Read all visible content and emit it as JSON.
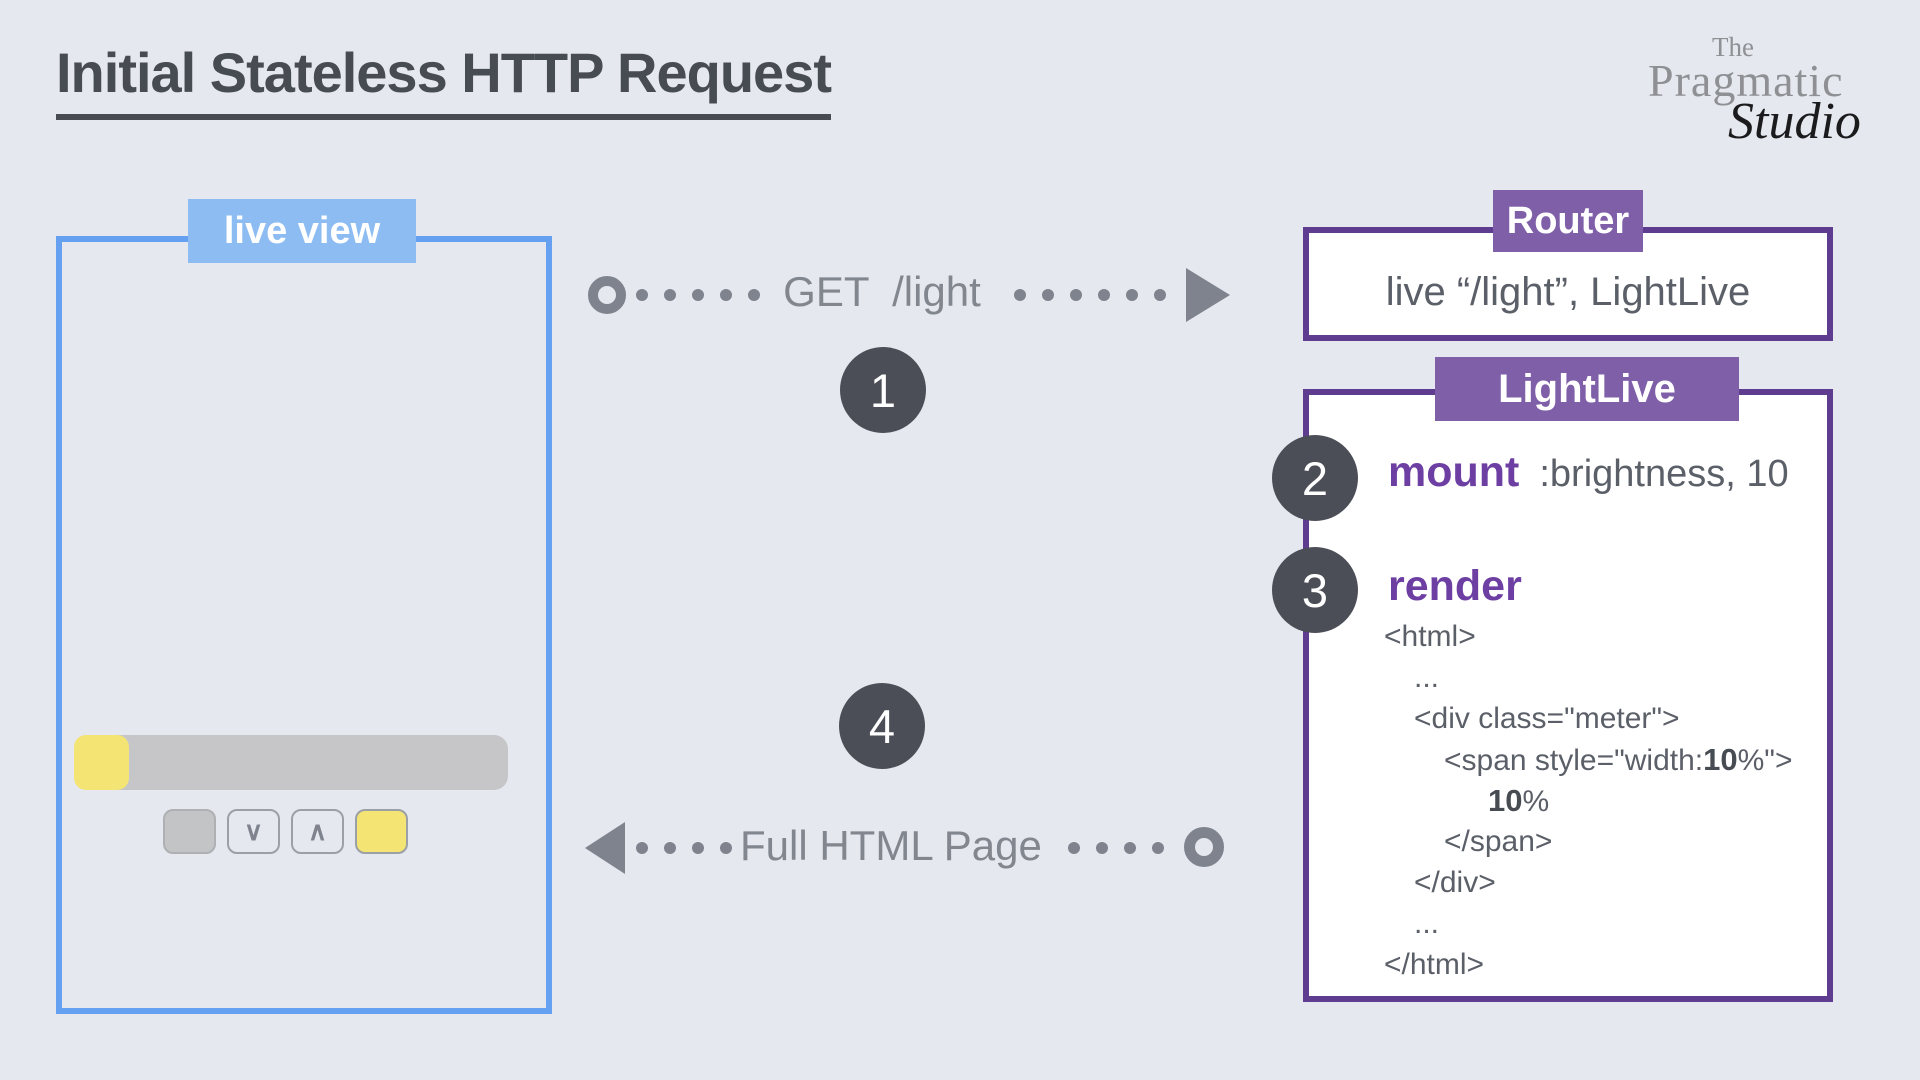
{
  "title": "Initial Stateless HTTP Request",
  "logo": {
    "line1": "The",
    "line2": "Pragmatic",
    "line3": "Studio"
  },
  "colors": {
    "background": "#e5e8ef",
    "blue_border": "#66a1f1",
    "blue_tab": "#8cbcf1",
    "purple_border": "#5e3d90",
    "purple_tab": "#7e5fa8",
    "keyword_purple": "#6d3fa3",
    "yellow": "#f3e474",
    "meter_gray": "#c6c6c8",
    "step_circle": "#4b4e56",
    "arrow_gray": "#7e838d",
    "text_dark": "#474b52",
    "text_gray": "#5b5f68"
  },
  "browser": {
    "tab_label": "live view",
    "meter": {
      "percent": 10
    },
    "buttons": [
      {
        "glyph": "",
        "name": "off-button"
      },
      {
        "glyph": "∨",
        "name": "down-button"
      },
      {
        "glyph": "∧",
        "name": "up-button"
      },
      {
        "glyph": "",
        "name": "on-button"
      }
    ]
  },
  "request_arrow": {
    "step": "1",
    "label": "GET  /light",
    "dots_before": 5,
    "dots_after": 6
  },
  "response_arrow": {
    "step": "4",
    "label": "Full HTML Page",
    "dots_before": 4,
    "dots_after": 4
  },
  "router": {
    "tab_label": "Router",
    "code": "live “/light”, LightLive"
  },
  "lightlive": {
    "tab_label": "LightLive",
    "mount_step": "2",
    "mount_keyword": "mount",
    "mount_args": ":brightness, 10",
    "render_step": "3",
    "render_keyword": "render",
    "code_lines": [
      {
        "indent": 0,
        "parts": [
          {
            "t": "<html>"
          }
        ]
      },
      {
        "indent": 1,
        "parts": [
          {
            "t": "..."
          }
        ]
      },
      {
        "indent": 1,
        "parts": [
          {
            "t": "<div class=\"meter\">"
          }
        ]
      },
      {
        "indent": 2,
        "parts": [
          {
            "t": "<span style=\"width:"
          },
          {
            "t": "10",
            "b": true
          },
          {
            "t": "%\">"
          }
        ]
      },
      {
        "indent": 3,
        "parts": [
          {
            "t": "10",
            "b": true
          },
          {
            "t": "%"
          }
        ]
      },
      {
        "indent": 2,
        "parts": [
          {
            "t": "</span>"
          }
        ]
      },
      {
        "indent": 1,
        "parts": [
          {
            "t": "</div>"
          }
        ]
      },
      {
        "indent": 1,
        "parts": [
          {
            "t": "..."
          }
        ]
      },
      {
        "indent": 0,
        "parts": [
          {
            "t": "</html>"
          }
        ]
      }
    ]
  }
}
